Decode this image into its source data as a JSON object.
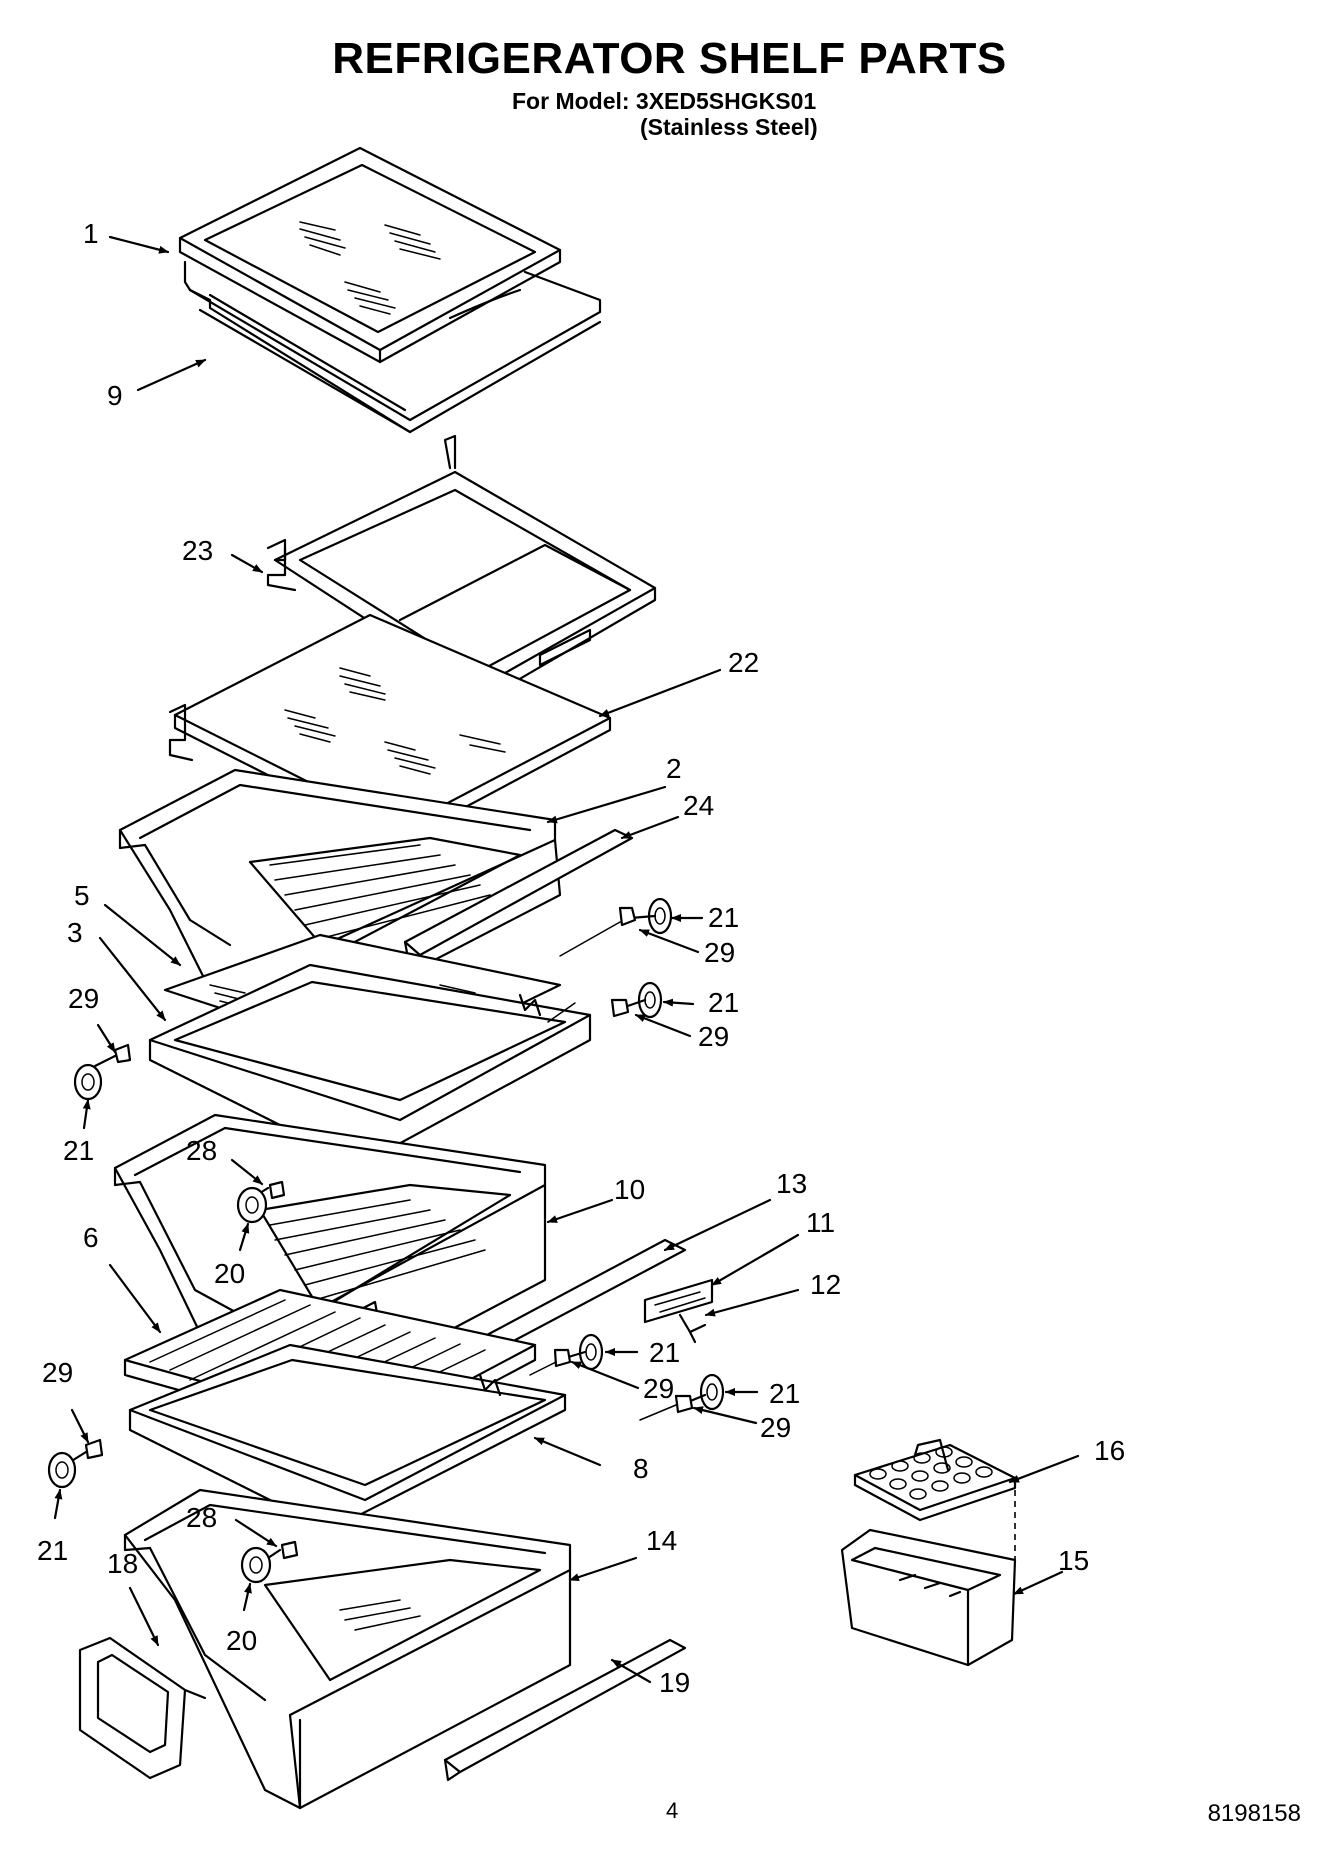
{
  "header": {
    "title": "REFRIGERATOR SHELF PARTS",
    "model_line": "For Model: 3XED5SHGKS01",
    "finish_line": "(Stainless Steel)"
  },
  "callouts": [
    "1",
    "9",
    "23",
    "22",
    "2",
    "24",
    "5",
    "3",
    "21",
    "29",
    "29",
    "21",
    "29",
    "21",
    "28",
    "20",
    "10",
    "13",
    "11",
    "12",
    "6",
    "21",
    "29",
    "21",
    "29",
    "29",
    "8",
    "16",
    "15",
    "21",
    "28",
    "14",
    "18",
    "20",
    "19"
  ],
  "footer": {
    "page_number": "4",
    "document_number": "8198158"
  }
}
